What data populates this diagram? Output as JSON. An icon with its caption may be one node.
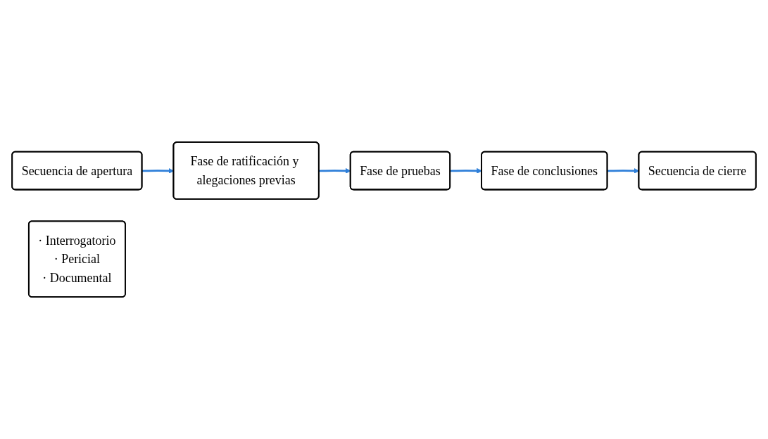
{
  "diagram": {
    "nodes": [
      {
        "text": [
          "Secuencia de apertura"
        ]
      },
      {
        "text": [
          "Fase de ratificación y alegaciones previas"
        ]
      },
      {
        "text": [
          "Fase de pruebas"
        ]
      },
      {
        "text": [
          "· Interrogatorio",
          "· Pericial",
          "· Documental"
        ]
      },
      {
        "text": [
          "Fase de conclusiones"
        ]
      },
      {
        "text": [
          "Secuencia de cierre"
        ]
      }
    ],
    "edges": [
      {
        "from": 0,
        "to": 1,
        "arrow": "to"
      },
      {
        "from": 1,
        "to": 2,
        "arrow": "to"
      },
      {
        "from": 2,
        "to": 4,
        "arrow": "to"
      },
      {
        "from": 4,
        "to": 5,
        "arrow": "to"
      }
    ]
  }
}
